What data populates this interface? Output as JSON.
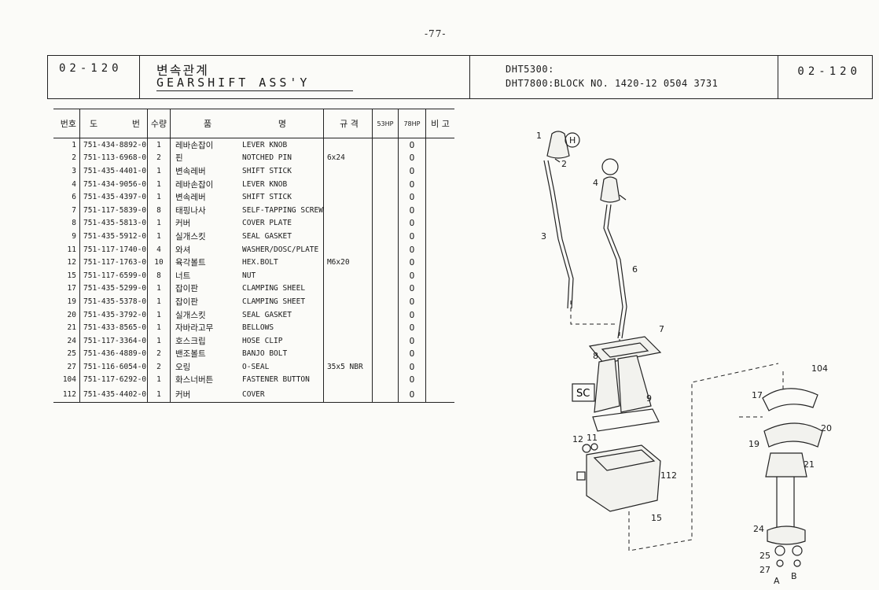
{
  "page": {
    "number": "-77-"
  },
  "header": {
    "code_left": "02-120",
    "title_ko": "변속관계",
    "title_en": "GEARSHIFT ASS'Y",
    "model_line_1": "DHT5300:",
    "model_line_2": "DHT7800:BLOCK NO. 1420-12 0504 3731",
    "code_right": "02-120"
  },
  "table": {
    "headers": {
      "no": "번호",
      "pn_1": "도",
      "pn_2": "번",
      "qty": "수량",
      "name_1": "품",
      "name_2": "명",
      "spec": "규 격",
      "hp53": "53HP",
      "hp78": "78HP",
      "remarks": "비 고"
    },
    "rows": [
      {
        "no": "1",
        "pn": "751-434-8892-0",
        "qty": "1",
        "ko": "레바손잡이",
        "en": "LEVER KNOB",
        "spec": "",
        "hp78": "O"
      },
      {
        "no": "2",
        "pn": "751-113-6968-0",
        "qty": "2",
        "ko": "핀",
        "en": "NOTCHED PIN",
        "spec": "6x24",
        "hp78": "O"
      },
      {
        "no": "3",
        "pn": "751-435-4401-0",
        "qty": "1",
        "ko": "변속레버",
        "en": "SHIFT STICK",
        "spec": "",
        "hp78": "O"
      },
      {
        "no": "4",
        "pn": "751-434-9056-0",
        "qty": "1",
        "ko": "레바손잡이",
        "en": "LEVER KNOB",
        "spec": "",
        "hp78": "O"
      },
      {
        "no": "6",
        "pn": "751-435-4397-0",
        "qty": "1",
        "ko": "변속레버",
        "en": "SHIFT STICK",
        "spec": "",
        "hp78": "O"
      },
      {
        "no": "7",
        "pn": "751-117-5839-0",
        "qty": "8",
        "ko": "태핑나사",
        "en": "SELF-TAPPING SCREW",
        "spec": "",
        "hp78": "O"
      },
      {
        "no": "8",
        "pn": "751-435-5813-0",
        "qty": "1",
        "ko": "커버",
        "en": "COVER PLATE",
        "spec": "",
        "hp78": "O"
      },
      {
        "no": "9",
        "pn": "751-435-5912-0",
        "qty": "1",
        "ko": "실개스킷",
        "en": "SEAL GASKET",
        "spec": "",
        "hp78": "O"
      },
      {
        "no": "11",
        "pn": "751-117-1740-0",
        "qty": "4",
        "ko": "와셔",
        "en": "WASHER/DOSC/PLATE",
        "spec": "",
        "hp78": "O"
      },
      {
        "no": "12",
        "pn": "751-117-1763-0",
        "qty": "10",
        "ko": "육각볼트",
        "en": "HEX.BOLT",
        "spec": "M6x20",
        "hp78": "O"
      },
      {
        "no": "15",
        "pn": "751-117-6599-0",
        "qty": "8",
        "ko": "너트",
        "en": "NUT",
        "spec": "",
        "hp78": "O"
      },
      {
        "no": "17",
        "pn": "751-435-5299-0",
        "qty": "1",
        "ko": "잡이판",
        "en": "CLAMPING SHEEL",
        "spec": "",
        "hp78": "O"
      },
      {
        "no": "19",
        "pn": "751-435-5378-0",
        "qty": "1",
        "ko": "잡이판",
        "en": "CLAMPING SHEET",
        "spec": "",
        "hp78": "O"
      },
      {
        "no": "20",
        "pn": "751-435-3792-0",
        "qty": "1",
        "ko": "실개스킷",
        "en": "SEAL GASKET",
        "spec": "",
        "hp78": "O"
      },
      {
        "no": "21",
        "pn": "751-433-8565-0",
        "qty": "1",
        "ko": "자바라고무",
        "en": "BELLOWS",
        "spec": "",
        "hp78": "O"
      },
      {
        "no": "24",
        "pn": "751-117-3364-0",
        "qty": "1",
        "ko": "호스크립",
        "en": "HOSE CLIP",
        "spec": "",
        "hp78": "O"
      },
      {
        "no": "25",
        "pn": "751-436-4889-0",
        "qty": "2",
        "ko": "밴조볼트",
        "en": "BANJO BOLT",
        "spec": "",
        "hp78": "O"
      },
      {
        "no": "27",
        "pn": "751-116-6054-0",
        "qty": "2",
        "ko": "오링",
        "en": "O-SEAL",
        "spec": "35x5 NBR",
        "hp78": "O"
      },
      {
        "no": "104",
        "pn": "751-117-6292-0",
        "qty": "1",
        "ko": "화스너버튼",
        "en": "FASTENER BUTTON",
        "spec": "",
        "hp78": "O"
      },
      {
        "no": "112",
        "pn": "751-435-4402-0",
        "qty": "1",
        "ko": "커버",
        "en": "COVER",
        "spec": "",
        "hp78": "O"
      }
    ]
  },
  "diagram": {
    "callouts": [
      "1",
      "2",
      "3",
      "4",
      "6",
      "7",
      "8",
      "9",
      "11",
      "12",
      "15",
      "17",
      "19",
      "20",
      "21",
      "24",
      "25",
      "27",
      "104",
      "112",
      "A",
      "B"
    ],
    "sc_label": "SC",
    "symbol_h": "H"
  }
}
